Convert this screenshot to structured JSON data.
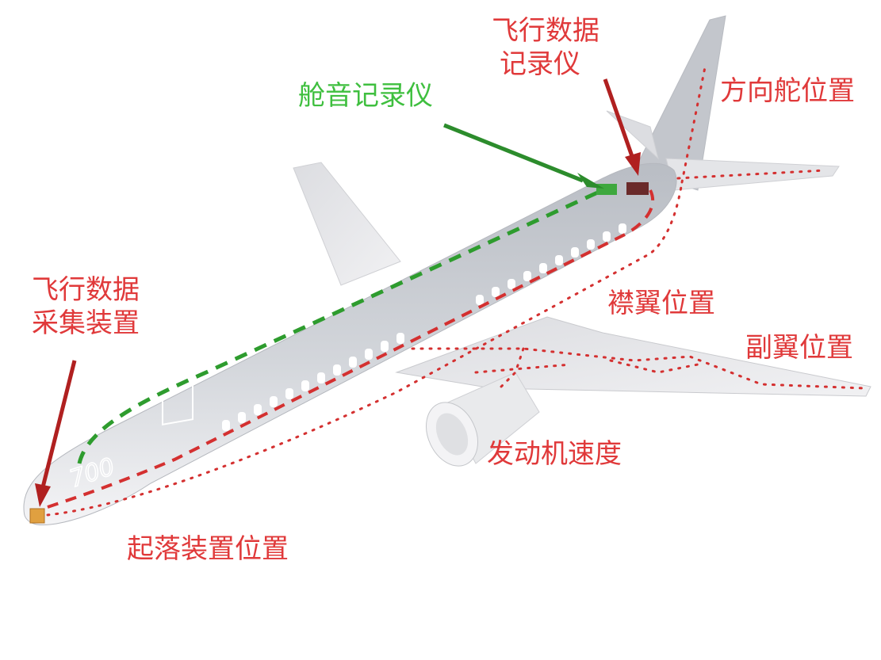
{
  "colors": {
    "label_red": "#e0393a",
    "label_green": "#3fbf3f",
    "fuselage": "#c9ccd2",
    "wing": "#e6e7ea"
  },
  "labels": {
    "fdr_line1": "飞行数据",
    "fdr_line2": "记录仪",
    "cvr": "舱音记录仪",
    "rudder": "方向舵位置",
    "fdau_line1": "飞行数据",
    "fdau_line2": "采集装置",
    "flap": "襟翼位置",
    "aileron": "副翼位置",
    "engine_speed": "发动机速度",
    "landing_gear": "起落装置位置"
  },
  "fuselage_marking": "700"
}
